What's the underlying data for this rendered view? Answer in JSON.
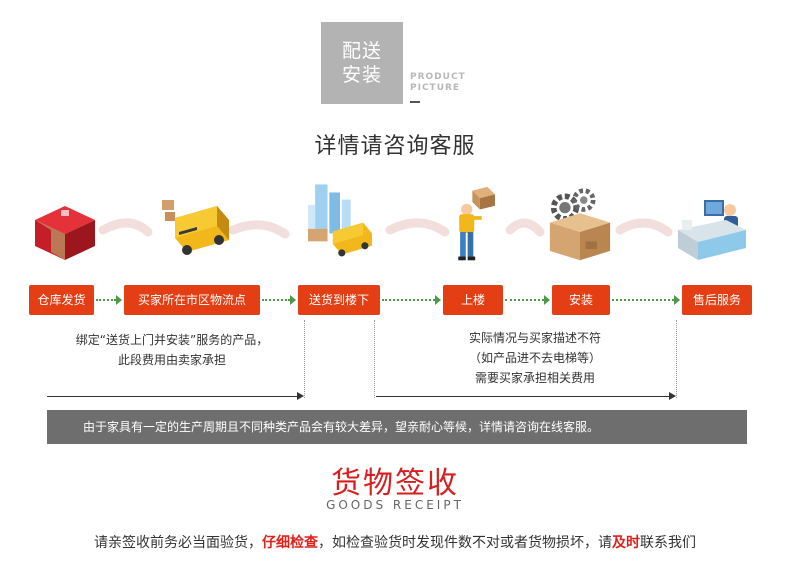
{
  "header": {
    "title_line1": "配送",
    "title_line2": "安装",
    "sub_line1": "PRODUCT",
    "sub_line2": "PICTURE",
    "consult": "详情请咨询客服"
  },
  "steps": [
    {
      "label": "仓库发货",
      "icon": "red-box-icon"
    },
    {
      "label": "买家所在市区物流点",
      "icon": "delivery-truck-icon"
    },
    {
      "label": "送货到楼下",
      "icon": "city-buildings-truck-icon"
    },
    {
      "label": "上楼",
      "icon": "porter-carrying-box-icon"
    },
    {
      "label": "安装",
      "icon": "gears-box-icon"
    },
    {
      "label": "售后服务",
      "icon": "customer-service-desk-icon"
    }
  ],
  "notes": {
    "left_line1": "绑定“送货上门并安装”服务的产品，",
    "left_line2": "此段费用由卖家承担",
    "right_line1": "实际情况与买家描述不符",
    "right_line2": "（如产品进不去电梯等）",
    "right_line3": "需要买家承担相关费用"
  },
  "banner": "由于家具有一定的生产周期且不同种类产品会有较大差异，望亲耐心等候，详情请咨询在线客服。",
  "receipt": {
    "title": "货物签收",
    "subtitle": "GOODS RECEIPT",
    "notice_part1": "请亲签收前务必当面验货，",
    "notice_highlight1": "仔细检查",
    "notice_part2": "，如检查验货时发现件数不对或者货物损坏，请",
    "notice_highlight2": "及时",
    "notice_part3": "联系我们"
  },
  "colors": {
    "accent_red": "#e43e15",
    "dots_green": "#4a9a4a",
    "banner_gray": "#6e6e6e",
    "title_red": "#d81e1e"
  }
}
